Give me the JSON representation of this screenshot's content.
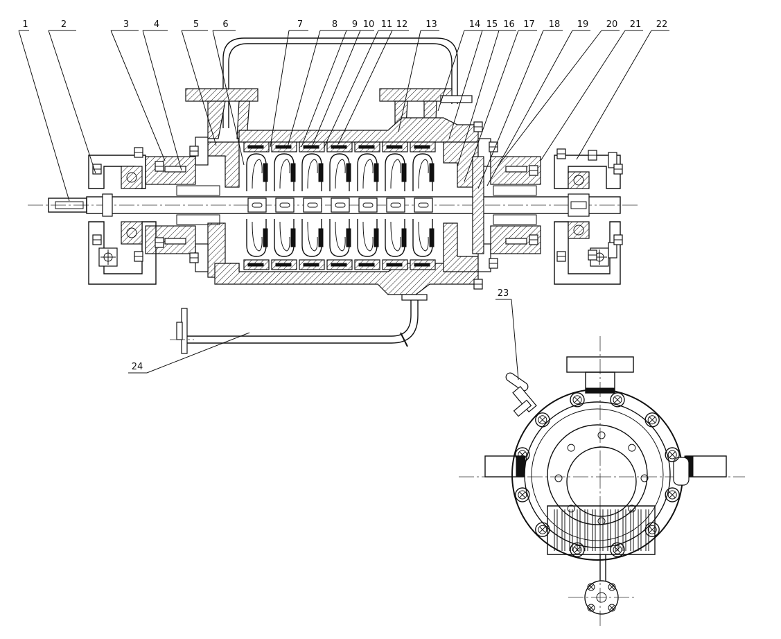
{
  "callouts": [
    {
      "label": "1"
    },
    {
      "label": "2"
    },
    {
      "label": "3"
    },
    {
      "label": "4"
    },
    {
      "label": "5"
    },
    {
      "label": "6"
    },
    {
      "label": "7"
    },
    {
      "label": "8"
    },
    {
      "label": "9"
    },
    {
      "label": "10"
    },
    {
      "label": "11"
    },
    {
      "label": "12"
    },
    {
      "label": "13"
    },
    {
      "label": "14"
    },
    {
      "label": "15"
    },
    {
      "label": "16"
    },
    {
      "label": "17"
    },
    {
      "label": "18"
    },
    {
      "label": "19"
    },
    {
      "label": "20"
    },
    {
      "label": "21"
    },
    {
      "label": "22"
    },
    {
      "label": "23"
    },
    {
      "label": "24"
    }
  ],
  "drawing": {
    "subject": "multistage-centrifugal-pump-section",
    "line_color": "#111111",
    "background": "#ffffff",
    "stage_count": 7
  }
}
